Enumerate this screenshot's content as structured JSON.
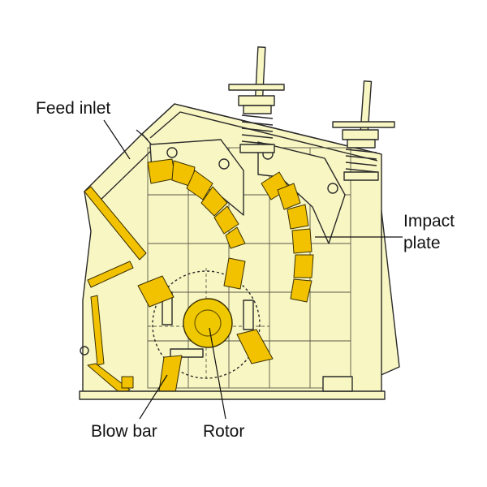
{
  "labels": {
    "feed_inlet": "Feed inlet",
    "impact_plate_line1": "Impact",
    "impact_plate_line2": "plate",
    "blow_bar": "Blow bar",
    "rotor": "Rotor"
  },
  "colors": {
    "body_fill": "#f8f6c2",
    "outline": "#2b2b2b",
    "part_fill": "#f2c200",
    "rotor_fill": "#f0c800",
    "background": "#ffffff"
  }
}
